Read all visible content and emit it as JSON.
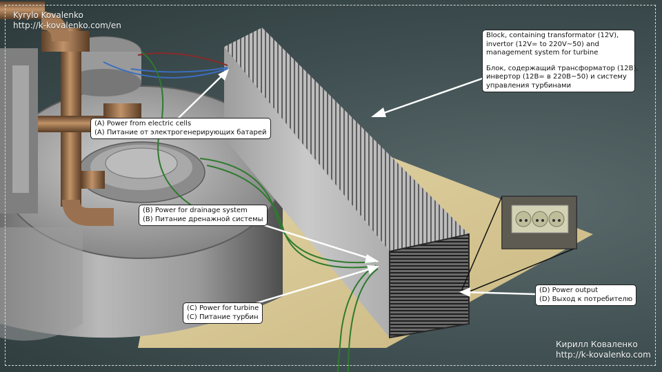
{
  "credits": {
    "top_left": {
      "author": "Kyrylo Kovalenko",
      "url": "http://k-kovalenko.com/en"
    },
    "bottom_right": {
      "author": "Кирилл Коваленко",
      "url": "http://k-kovalenko.com"
    }
  },
  "callouts": {
    "block": {
      "en": [
        "Block, containing transformator (12V),",
        "invertor (12V= to 220V~50) and",
        "management system for turbine"
      ],
      "ru": [
        "Блок, содержащий трансформатор (12В),",
        "инвертор (12В= в 220В~50) и систему",
        "управления турбинами"
      ]
    },
    "a": {
      "en": "(A) Power from electric cells",
      "ru": "(A) Питание от электрогенерирующих батарей"
    },
    "b": {
      "en": "(B) Power for drainage system",
      "ru": "(B) Питание дренажной системы"
    },
    "c": {
      "en": "(C) Power for turbine",
      "ru": "(C) Питание турбин"
    },
    "d": {
      "en": "(D) Power output",
      "ru": "(D) Выход к потребителю"
    }
  },
  "colors": {
    "background": "#465657",
    "frame": "#d7dddd",
    "base_plate": "#d8c898",
    "metal": "#a8a8a8",
    "pipe": "#a07a55",
    "wire_green": "#2f7a2e",
    "wire_blue": "#3a6ec0",
    "wire_red": "#8a2a2a"
  }
}
